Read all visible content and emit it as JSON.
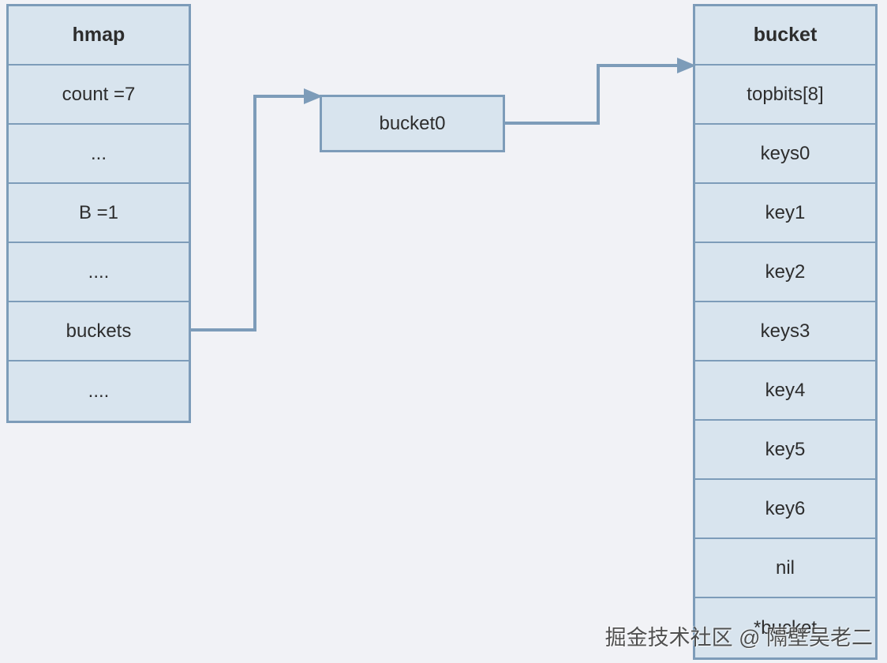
{
  "colors": {
    "background": "#f1f2f6",
    "cell_fill": "#d8e4ee",
    "border": "#7d9cb9",
    "text": "#2d2d2d",
    "watermark": "#3f3f3f"
  },
  "hmap_table": {
    "title": "hmap",
    "rows": [
      "count =7",
      "...",
      "B =1",
      "....",
      "buckets",
      "...."
    ]
  },
  "bucket0_box": {
    "label": "bucket0"
  },
  "bucket_table": {
    "title": "bucket",
    "rows": [
      "topbits[8]",
      "keys0",
      "key1",
      "key2",
      "keys3",
      "key4",
      "key5",
      "key6",
      "nil",
      "*bucket"
    ]
  },
  "watermark": "掘金技术社区 @ 隔壁吴老二"
}
